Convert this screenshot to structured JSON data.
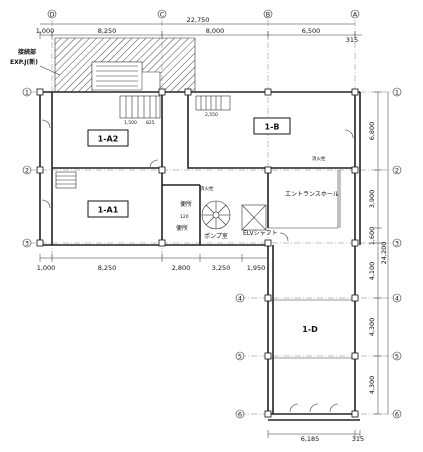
{
  "axes_top": [
    "D",
    "C",
    "B",
    "A"
  ],
  "axes_side": [
    "1",
    "2",
    "3",
    "4",
    "5",
    "6"
  ],
  "dims_top": {
    "total": "22,750",
    "d1": "1,000",
    "d2": "8,250",
    "d3": "8,000",
    "d4": "6,500",
    "d5": "315"
  },
  "dims_mid": {
    "d1": "1,000",
    "d2": "8,250",
    "d3": "2,800",
    "d4": "3,250",
    "d5": "1,950"
  },
  "dims_right": {
    "total": "24,200",
    "d1": "6,800",
    "d2": "3,900",
    "d3": "1,600",
    "d4": "4,100",
    "d5": "4,300",
    "d6": "4,300"
  },
  "dims_bottom": {
    "d1": "6,185",
    "d2": "315"
  },
  "rooms": {
    "a2": "1-A2",
    "a1": "1-A1",
    "b": "1-B",
    "d": "1-D"
  },
  "labels": {
    "joint_1": "接続部",
    "joint_2": "EXP.J(新)",
    "entrance": "エントランスホール",
    "toilet_1": "便所",
    "toilet_2": "便所",
    "pump": "ポンプ室",
    "elv": "ELVシャフト",
    "fire_1": "消火栓",
    "fire_2": "消火栓",
    "stair_w1": "1,500",
    "stair_w2": "825",
    "stair_w3": "2,550",
    "mark_120": "120"
  }
}
